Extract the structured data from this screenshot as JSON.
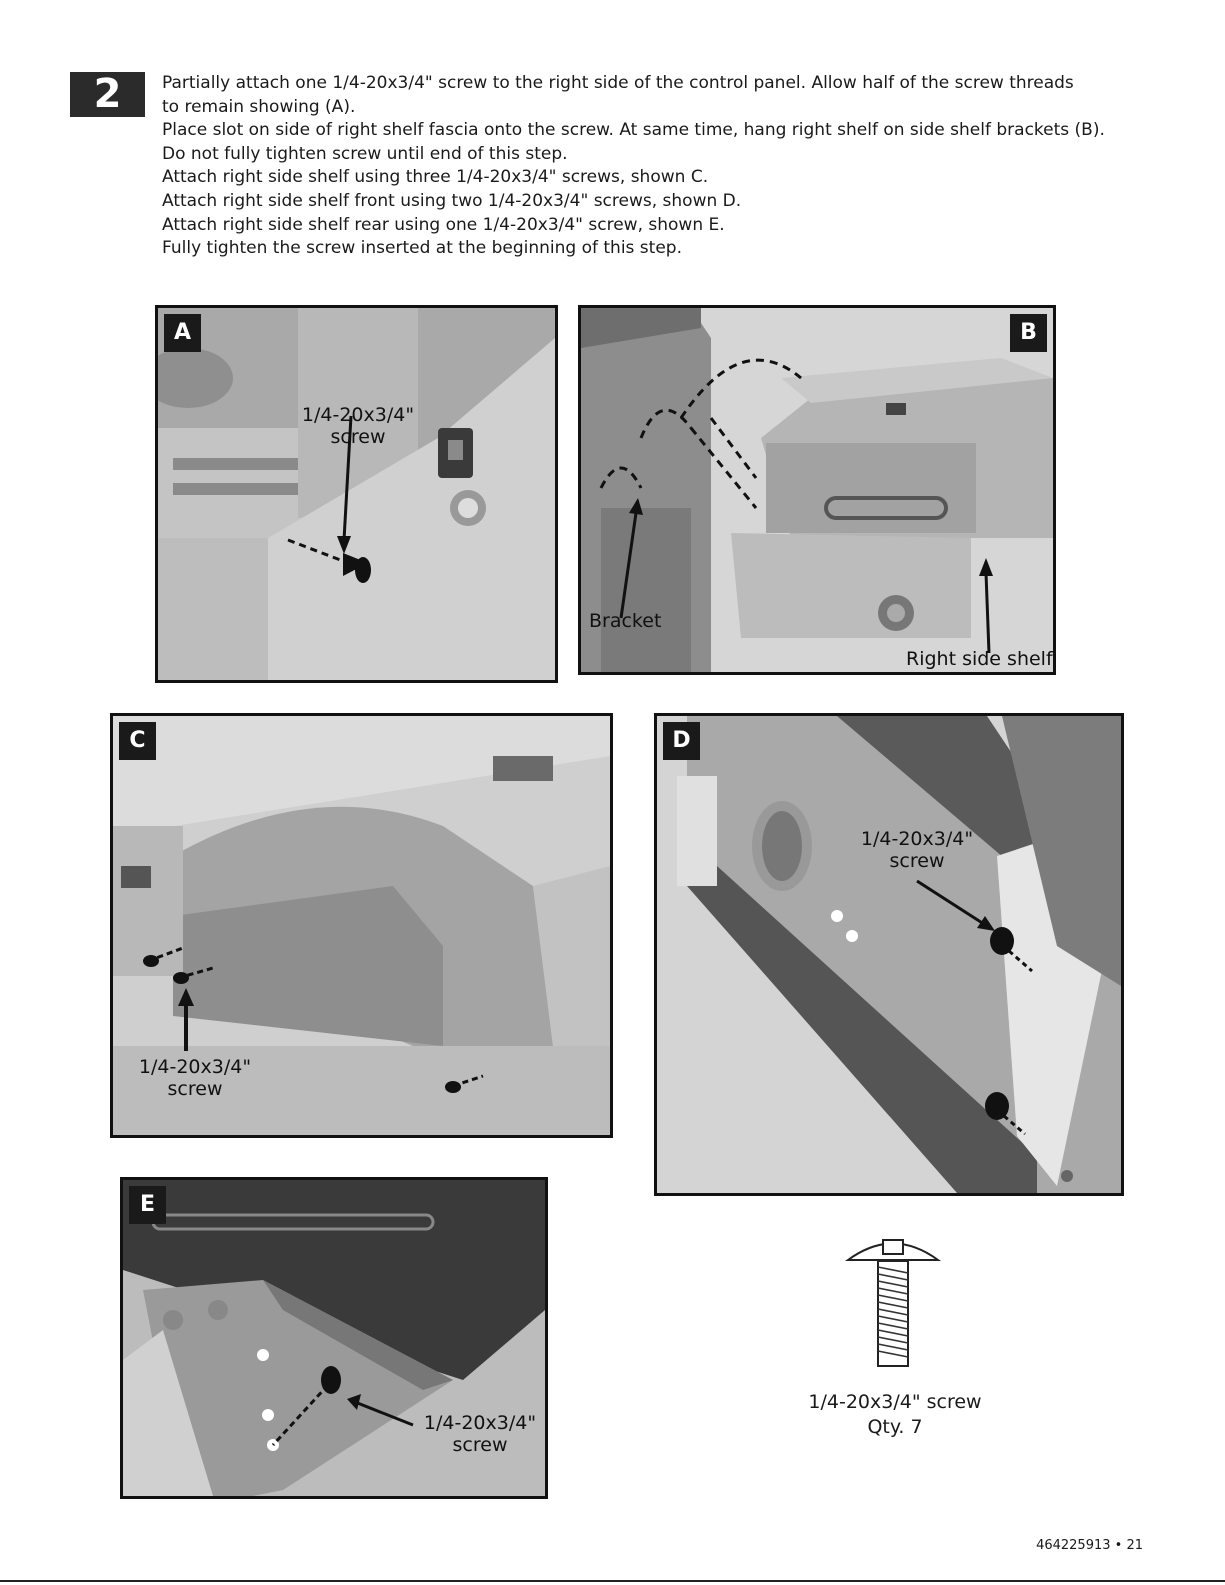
{
  "step": {
    "number": "2"
  },
  "instructions": [
    "Partially attach one 1/4-20x3/4\" screw to the right side of the control panel. Allow half of the screw threads",
    "to remain showing (A).",
    "Place slot on side of right shelf fascia onto the screw. At same time, hang right shelf on side shelf brackets (B).",
    "Do not fully tighten screw until end of this step.",
    "Attach right side shelf using three 1/4-20x3/4\" screws, shown C.",
    "Attach right side shelf front using two 1/4-20x3/4\" screws, shown D.",
    "Attach right side shelf rear using one 1/4-20x3/4\" screw, shown E.",
    "Fully tighten the screw inserted at the beginning of this step."
  ],
  "panels": {
    "a": {
      "letter": "A",
      "label_line1": "1/4-20x3/4\"",
      "label_line2": "screw"
    },
    "b": {
      "letter": "B",
      "label_bracket": "Bracket",
      "label_shelf": "Right side shelf"
    },
    "c": {
      "letter": "C",
      "label_line1": "1/4-20x3/4\"",
      "label_line2": "screw"
    },
    "d": {
      "letter": "D",
      "label_line1": "1/4-20x3/4\"",
      "label_line2": "screw"
    },
    "e": {
      "letter": "E",
      "label_line1": "1/4-20x3/4\"",
      "label_line2": "screw"
    }
  },
  "part": {
    "name": "1/4-20x3/4\" screw",
    "qty": "Qty. 7"
  },
  "footer": {
    "page": "464225913 • 21"
  },
  "colors": {
    "ink": "#1a1a1a",
    "metal_light": "#c9c9c9",
    "metal_mid": "#a9a9a9",
    "metal_dark": "#6e6e6e"
  }
}
